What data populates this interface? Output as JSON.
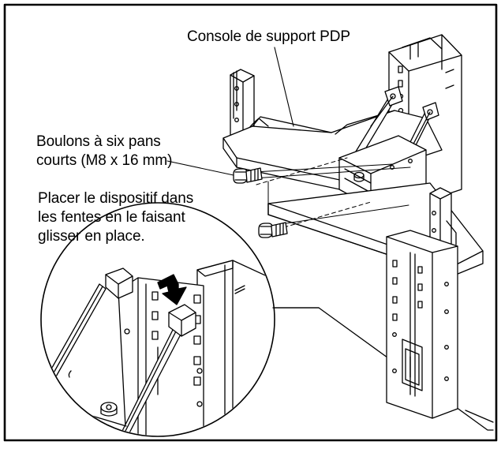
{
  "labels": {
    "console": "Console de support PDP",
    "bolts": [
      "Boulons à six pans",
      "courts (M8 x 16 mm)"
    ],
    "placement": [
      "Placer le dispositif dans",
      "les fentes en le faisant",
      "glisser en place."
    ]
  },
  "colors": {
    "ink": "#000000",
    "paper": "#ffffff"
  }
}
